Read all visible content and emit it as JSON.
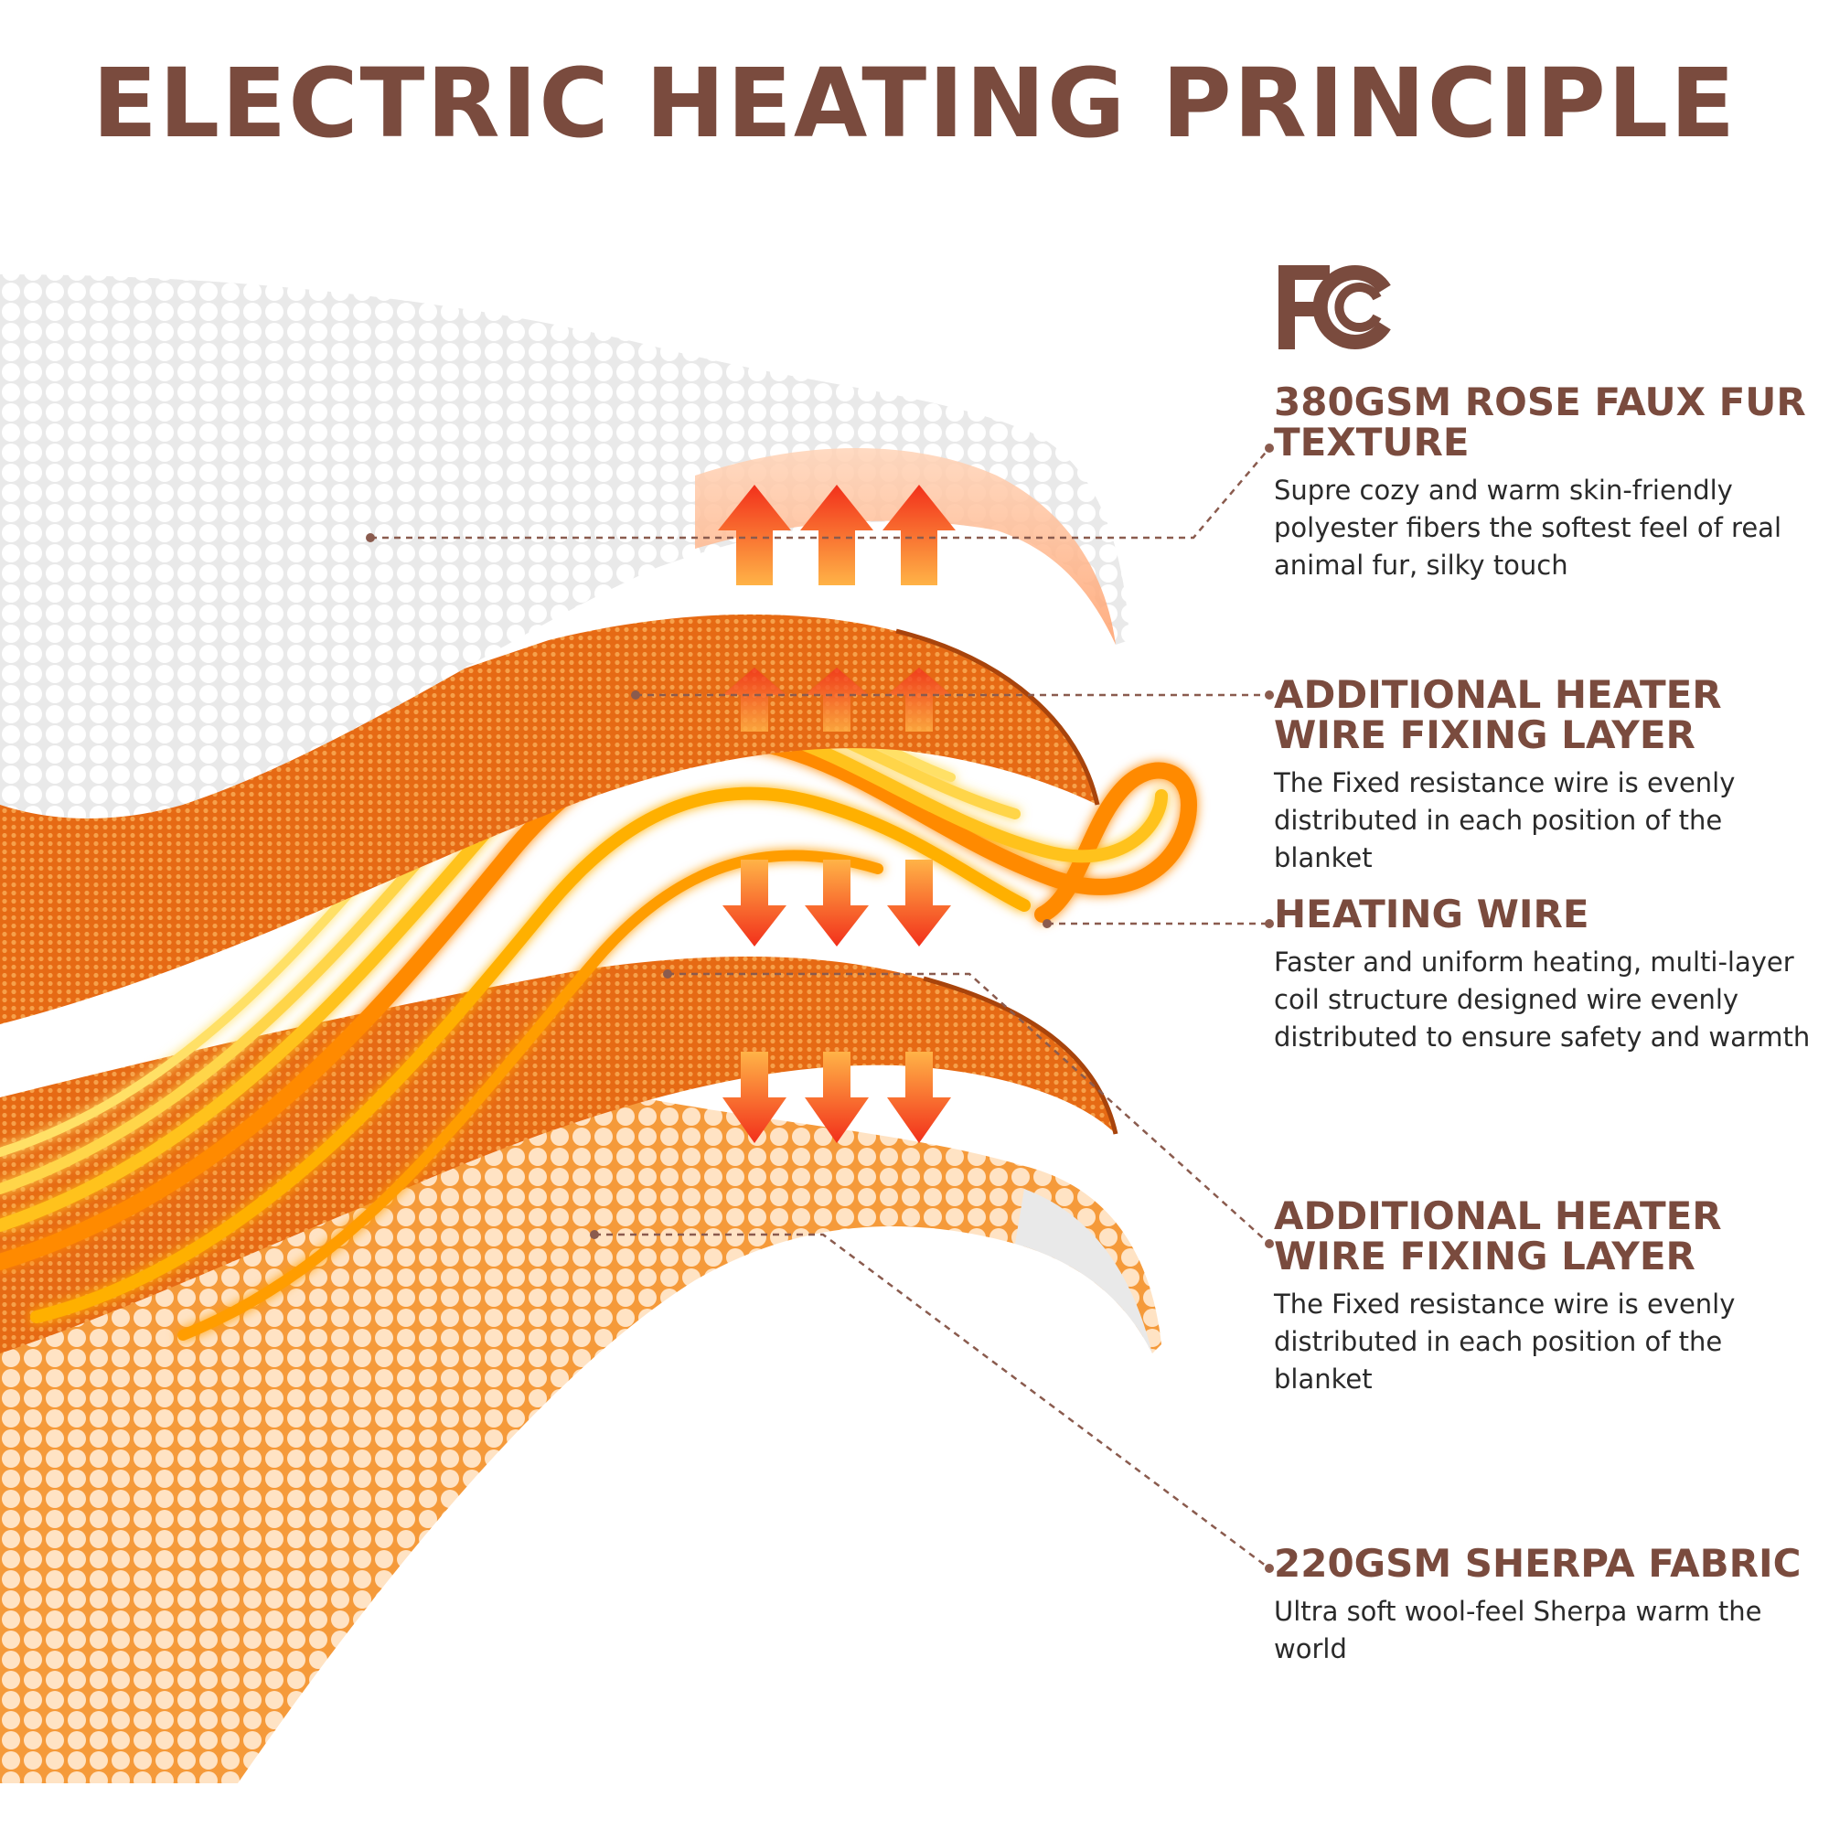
{
  "title": "ELECTRIC HEATING PRINCIPLE",
  "colors": {
    "brand_brown": "#7a4b3e",
    "body_text": "#2a2a2a",
    "fur_white": "#f3f3f3",
    "mesh_orange": "#e8741e",
    "wire_yellow": "#ffc21a",
    "arrow_red": "#f2301b"
  },
  "certification": {
    "logo": "FCC",
    "icon": "fcc-logo-icon"
  },
  "layers": [
    {
      "heading": "380GSM ROSE FAUX FUR TEXTURE",
      "lines": [
        "Supre cozy and warm skin-friendly",
        "polyester fibers the softest feel of real",
        "animal fur, silky touch"
      ]
    },
    {
      "heading": "ADDITIONAL HEATER WIRE FIXING LAYER",
      "lines": [
        "The Fixed resistance wire is evenly",
        "distributed in each position of the blanket"
      ]
    },
    {
      "heading": "HEATING WIRE",
      "lines": [
        "Faster and uniform heating, multi-layer",
        "coil structure designed wire evenly",
        "distributed to ensure safety and warmth"
      ]
    },
    {
      "heading": "ADDITIONAL HEATER WIRE FIXING LAYER",
      "lines": [
        "The Fixed resistance wire is evenly",
        "distributed in each position of the blanket"
      ]
    },
    {
      "heading": "220GSM SHERPA FABRIC",
      "lines": [
        "Ultra soft wool-feel Sherpa warm the world"
      ]
    }
  ]
}
